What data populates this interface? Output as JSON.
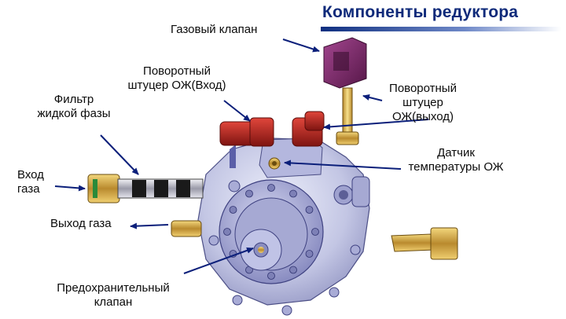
{
  "title": "Компоненты редуктора",
  "labels": {
    "gas_valve": "Газовый клапан",
    "coolant_in_l1": "Поворотный",
    "coolant_in_l2": "штуцер ОЖ(Вход)",
    "coolant_out_l1": "Поворотный",
    "coolant_out_l2": "штуцер",
    "coolant_out_l3": "ОЖ(выход)",
    "filter_l1": "Фильтр",
    "filter_l2": "жидкой фазы",
    "temp_sensor_l1": "Датчик",
    "temp_sensor_l2": "температуры ОЖ",
    "gas_in_l1": "Вход",
    "gas_in_l2": "газа",
    "gas_out": "Выход газа",
    "relief_valve_l1": "Предохранительный",
    "relief_valve_l2": "клапан"
  },
  "colors": {
    "title": "#0e2a7a",
    "arrow": "#0b1f7a",
    "body": "#c9cbe6",
    "valve": "#7a2a6a",
    "fitting_red": "#b3201e",
    "brass": "#c8a24a"
  }
}
